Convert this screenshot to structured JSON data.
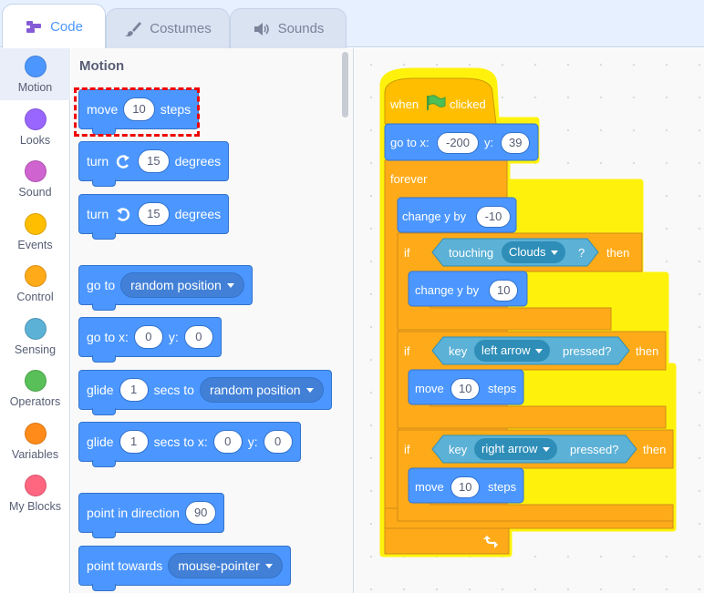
{
  "tabs": [
    {
      "label": "Code",
      "icon": "code-icon"
    },
    {
      "label": "Costumes",
      "icon": "brush-icon"
    },
    {
      "label": "Sounds",
      "icon": "speaker-icon"
    }
  ],
  "categories": [
    {
      "label": "Motion",
      "color": "#4c97ff"
    },
    {
      "label": "Looks",
      "color": "#9966ff"
    },
    {
      "label": "Sound",
      "color": "#cf63cf"
    },
    {
      "label": "Events",
      "color": "#ffbf00"
    },
    {
      "label": "Control",
      "color": "#ffab19"
    },
    {
      "label": "Sensing",
      "color": "#5cb1d6"
    },
    {
      "label": "Operators",
      "color": "#59c059"
    },
    {
      "label": "Variables",
      "color": "#ff8c1a"
    },
    {
      "label": "My Blocks",
      "color": "#ff6680"
    }
  ],
  "palette": {
    "title": "Motion",
    "move": {
      "a": "move",
      "val": "10",
      "b": "steps"
    },
    "turn_right": {
      "a": "turn",
      "val": "15",
      "b": "degrees"
    },
    "turn_left": {
      "a": "turn",
      "val": "15",
      "b": "degrees"
    },
    "goto": {
      "a": "go to",
      "drop": "random position"
    },
    "gotoxy": {
      "a": "go to x:",
      "x": "0",
      "b": "y:",
      "y": "0"
    },
    "glide_to": {
      "a": "glide",
      "val": "1",
      "b": "secs to",
      "drop": "random position"
    },
    "glide_xy": {
      "a": "glide",
      "val": "1",
      "b": "secs to x:",
      "x": "0",
      "c": "y:",
      "y": "0"
    },
    "point_dir": {
      "a": "point in direction",
      "val": "90"
    },
    "point_towards": {
      "a": "point towards",
      "drop": "mouse-pointer"
    }
  },
  "script": {
    "hat": {
      "a": "when",
      "b": "clicked"
    },
    "gotoxy": {
      "a": "go to x:",
      "x": "-200",
      "b": "y:",
      "y": "39"
    },
    "forever": "forever",
    "change1": {
      "a": "change y by",
      "val": "-10"
    },
    "if1": {
      "if": "if",
      "touching": "touching",
      "drop": "Clouds",
      "q": "?",
      "then": "then"
    },
    "change2": {
      "a": "change y by",
      "val": "10"
    },
    "if2": {
      "if": "if",
      "key": "key",
      "drop": "left arrow",
      "pressed": "pressed?",
      "then": "then"
    },
    "move1": {
      "a": "move",
      "val": "10",
      "b": "steps"
    },
    "if3": {
      "if": "if",
      "key": "key",
      "drop": "right arrow",
      "pressed": "pressed?",
      "then": "then"
    },
    "move2": {
      "a": "move",
      "val": "10",
      "b": "steps"
    }
  }
}
